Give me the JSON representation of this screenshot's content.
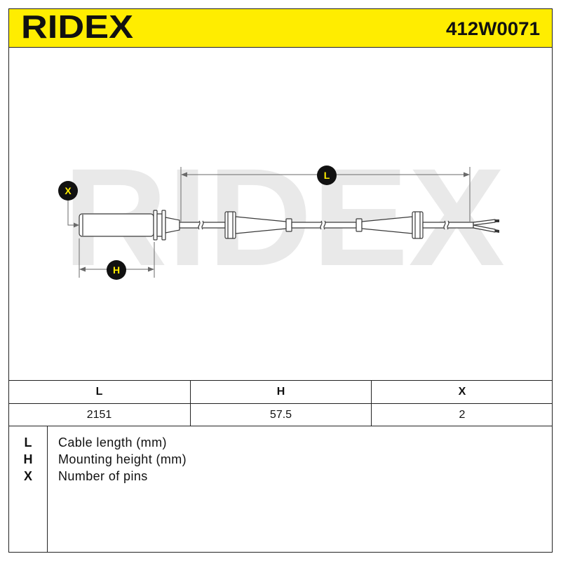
{
  "header": {
    "brand": "RIDEX",
    "part_number": "412W0071"
  },
  "drawing": {
    "watermark": "RIDEX",
    "dimension_labels": {
      "length": "L",
      "height": "H",
      "pins": "X"
    }
  },
  "table": {
    "columns": [
      "L",
      "H",
      "X"
    ],
    "values": [
      "2151",
      "57.5",
      "2"
    ]
  },
  "legend": [
    {
      "key": "L",
      "text": "Cable length (mm)"
    },
    {
      "key": "H",
      "text": "Mounting height (mm)"
    },
    {
      "key": "X",
      "text": "Number of pins"
    }
  ],
  "colors": {
    "brand_yellow": "#ffed00",
    "badge_fill": "#111111",
    "watermark": "#e9e9e9",
    "outline": "#3a3a3a"
  }
}
